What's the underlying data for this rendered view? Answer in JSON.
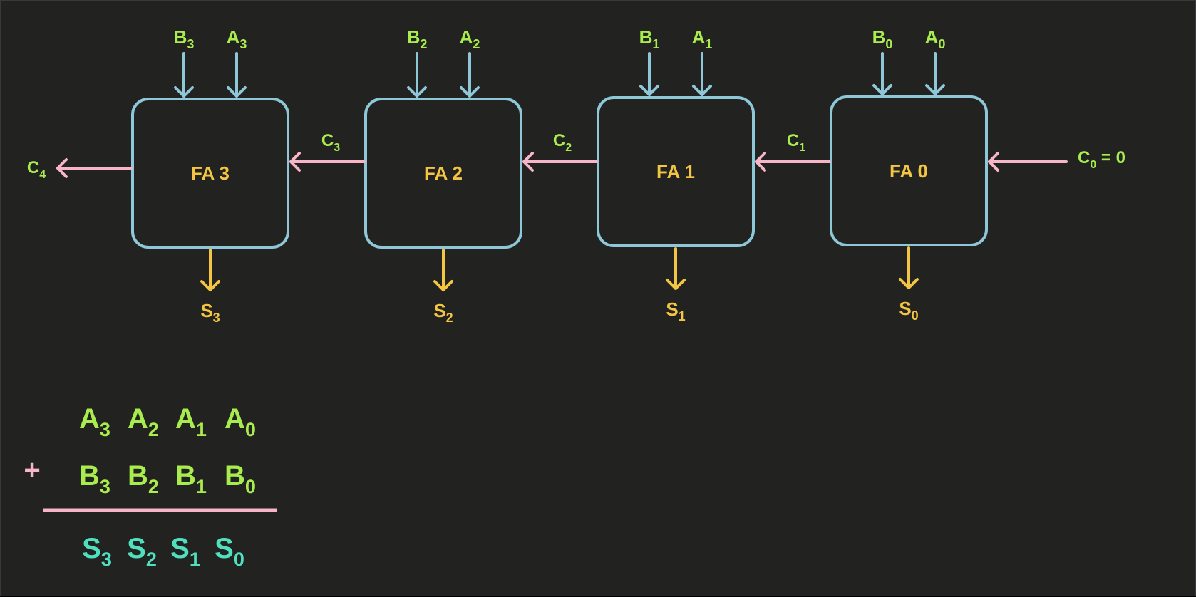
{
  "colors": {
    "background": "#222220",
    "box_stroke": "#8ec7d8",
    "input_arrow": "#8ec7d8",
    "carry_arrow": "#f6b6c8",
    "sum_arrow": "#f4c542",
    "fa_label": "#f4c542",
    "input_label": "#a9ec4e",
    "sum_result": "#4fe0c0",
    "rule": "#f6b6c8"
  },
  "adders": [
    {
      "label": "FA 3",
      "b": {
        "base": "B",
        "sub": "3"
      },
      "a": {
        "base": "A",
        "sub": "3"
      },
      "s": {
        "base": "S",
        "sub": "3"
      }
    },
    {
      "label": "FA 2",
      "b": {
        "base": "B",
        "sub": "2"
      },
      "a": {
        "base": "A",
        "sub": "2"
      },
      "s": {
        "base": "S",
        "sub": "2"
      }
    },
    {
      "label": "FA 1",
      "b": {
        "base": "B",
        "sub": "1"
      },
      "a": {
        "base": "A",
        "sub": "1"
      },
      "s": {
        "base": "S",
        "sub": "1"
      }
    },
    {
      "label": "FA 0",
      "b": {
        "base": "B",
        "sub": "0"
      },
      "a": {
        "base": "A",
        "sub": "0"
      },
      "s": {
        "base": "S",
        "sub": "0"
      }
    }
  ],
  "carries": [
    {
      "base": "C",
      "sub": "4"
    },
    {
      "base": "C",
      "sub": "3"
    },
    {
      "base": "C",
      "sub": "2"
    },
    {
      "base": "C",
      "sub": "1"
    }
  ],
  "carry_in": {
    "base": "C",
    "sub": "0",
    "suffix": " = 0"
  },
  "addition": {
    "row_a": [
      {
        "base": "A",
        "sub": "3"
      },
      {
        "base": "A",
        "sub": "2"
      },
      {
        "base": "A",
        "sub": "1"
      },
      {
        "base": "A",
        "sub": "0"
      }
    ],
    "plus": "+",
    "row_b": [
      {
        "base": "B",
        "sub": "3"
      },
      {
        "base": "B",
        "sub": "2"
      },
      {
        "base": "B",
        "sub": "1"
      },
      {
        "base": "B",
        "sub": "0"
      }
    ],
    "row_s": [
      {
        "base": "S",
        "sub": "3"
      },
      {
        "base": "S",
        "sub": "2"
      },
      {
        "base": "S",
        "sub": "1"
      },
      {
        "base": "S",
        "sub": "0"
      }
    ]
  }
}
